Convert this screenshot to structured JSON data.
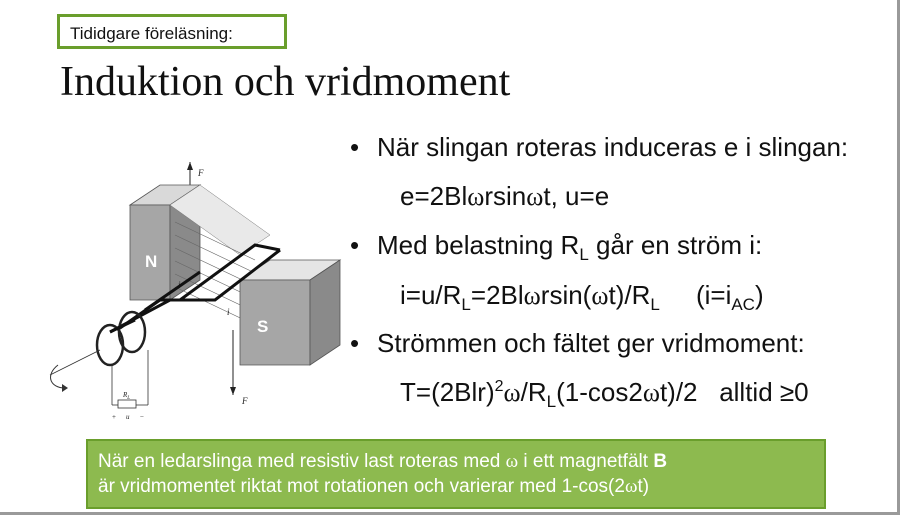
{
  "tag": "Tididgare föreläsning:",
  "title": "Induktion och vridmoment",
  "bullets": [
    {
      "bullet": "•",
      "text": "När slingan roteras induceras e i slingan:"
    },
    {
      "indent": true,
      "pre": "e=2Bl",
      "omega1": "ω",
      "mid": "rsin",
      "omega2": "ω",
      "post": "t, u=e"
    },
    {
      "bullet": "•",
      "pre": "Med belastning R",
      "sub": "L",
      "post": " går en ström i:"
    },
    {
      "indent": true,
      "a": "i=u/R",
      "a_sub": "L",
      "b": "=2Bl",
      "b_om": "ω",
      "c": "rsin(",
      "c_om": "ω",
      "d": "t)/R",
      "d_sub": "L",
      "e": "     (i=i",
      "e_sub": "AC",
      "f": ")"
    },
    {
      "bullet": "•",
      "text": "Strömmen och fältet ger vridmoment:"
    },
    {
      "indent": true,
      "a": "T=(2Blr)",
      "a_sup": "2",
      "b_om": "ω",
      "b": "/R",
      "b_sub": "L",
      "c": "(1-cos2",
      "c_om": "ω",
      "d": "t)/2   alltid ≥0"
    }
  ],
  "summary": {
    "line1_pre": "När en ledarslinga med resistiv last roteras med ",
    "omega": "ω",
    "line1_mid": " i ett magnetfält ",
    "line1_bold": "B",
    "line2_pre": "är vridmomentet riktat mot rotationen och varierar med 1-cos(2",
    "omega2": "ω",
    "line2_post": "t)"
  },
  "figure": {
    "label_N": "N",
    "label_S": "S",
    "label_F_top": "F",
    "label_F_bottom": "F",
    "label_i1": "i",
    "label_i2": "i",
    "label_R": "R",
    "label_R_sub": "L",
    "label_plus": "+",
    "label_u": "u",
    "label_minus": "−"
  }
}
